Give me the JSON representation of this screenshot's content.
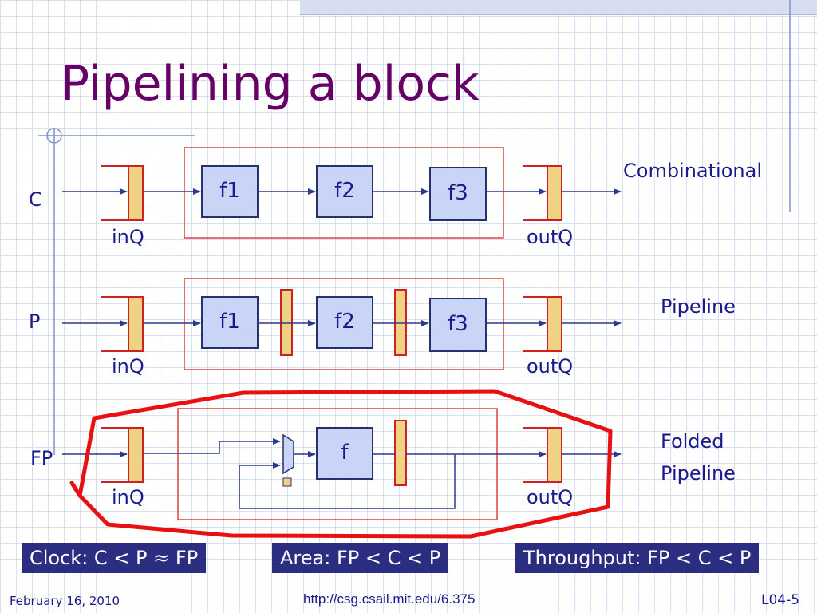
{
  "slide": {
    "title": "Pipelining a block",
    "rows": {
      "c": {
        "label": "C",
        "in_label": "inQ",
        "out_label": "outQ",
        "blocks": [
          "f1",
          "f2",
          "f3"
        ],
        "description": "Combinational"
      },
      "p": {
        "label": "P",
        "in_label": "inQ",
        "out_label": "outQ",
        "blocks": [
          "f1",
          "f2",
          "f3"
        ],
        "description": "Pipeline"
      },
      "fp": {
        "label": "FP",
        "in_label": "inQ",
        "out_label": "outQ",
        "block": "f",
        "description_line1": "Folded",
        "description_line2": "Pipeline"
      }
    },
    "summary": {
      "clock": "Clock: C < P ≈ FP",
      "area": "Area: FP < C < P",
      "throughput": "Throughput: FP < C < P"
    },
    "footer": {
      "date": "February 16, 2010",
      "url": "http://csg.csail.mit.edu/6.375",
      "page": "L04-5"
    },
    "colors": {
      "title": "#660066",
      "text": "#1a1a8c",
      "block_fill": "#c9d5f7",
      "register_fill": "#f0d284",
      "outline_red": "#e00000",
      "summary_bg": "#2b2d80"
    }
  }
}
